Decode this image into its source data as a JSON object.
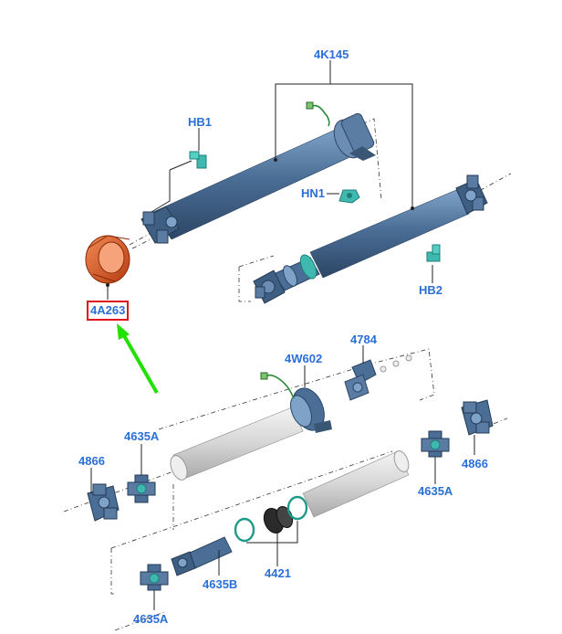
{
  "callouts": {
    "c_4k145": "4K145",
    "c_hb1": "HB1",
    "c_hn1": "HN1",
    "c_hb2": "HB2",
    "c_4a263": "4A263",
    "c_4784": "4784",
    "c_4w602": "4W602",
    "c_4635a_left": "4635A",
    "c_4866_left": "4866",
    "c_4635a_right": "4635A",
    "c_4866_right": "4866",
    "c_4421": "4421",
    "c_4635b": "4635B",
    "c_4635a_bottom": "4635A"
  },
  "colors": {
    "callout_text": "#2a6fd6",
    "highlight_box": "#e0141b",
    "arrow": "#22e000",
    "shaft_blue": "#4b6e96",
    "shaft_grey": "#d9d9d9",
    "part_orange": "#d9531e",
    "fastener_teal": "#3fb8b0"
  },
  "highlighted_part": "4A263"
}
